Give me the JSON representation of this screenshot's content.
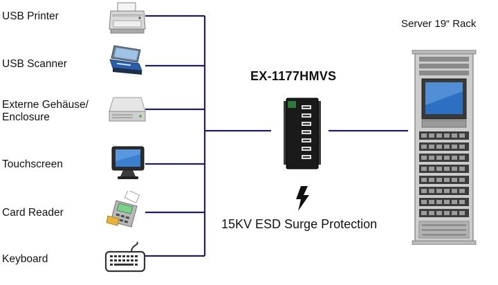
{
  "devices": [
    {
      "label": "USB Printer",
      "icon": "printer-icon"
    },
    {
      "label": "USB Scanner",
      "icon": "scanner-icon"
    },
    {
      "label_line1": "Externe Gehäuse/",
      "label_line2": "Enclosure",
      "icon": "enclosure-icon"
    },
    {
      "label": "Touchscreen",
      "icon": "touchscreen-icon"
    },
    {
      "label": "Card Reader",
      "icon": "card-reader-icon"
    },
    {
      "label": "Keyboard",
      "icon": "keyboard-icon"
    }
  ],
  "hub": {
    "title": "EX-1177HMVS",
    "icon": "usb-hub-icon"
  },
  "esd": {
    "label": "15KV ESD Surge Protection",
    "icon": "lightning-icon"
  },
  "rack": {
    "title": "Server 19“ Rack",
    "icon": "server-rack-icon"
  },
  "colors": {
    "line": "#1f1d5e",
    "text": "#111111",
    "hub_body": "#1a1a1a",
    "rack_body": "#c9c9c9",
    "screen": "#2d6fc0"
  }
}
